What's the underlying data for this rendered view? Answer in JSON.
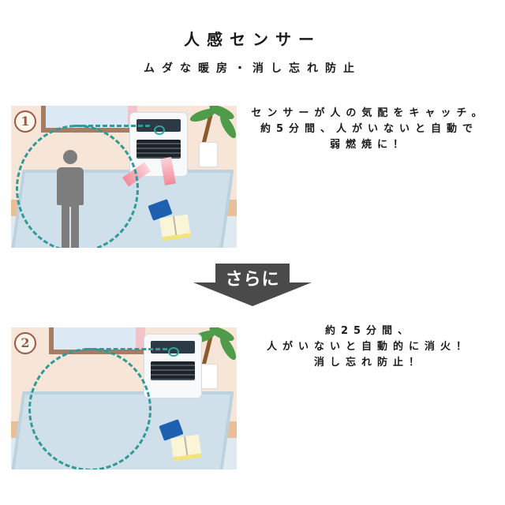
{
  "header": {
    "title": "人感センサー",
    "subtitle": "ムダな暖房・消し忘れ防止"
  },
  "steps": [
    {
      "number": "1",
      "description_lines": [
        "センサーが人の気配をキャッチ。",
        "約5分間、人がいないと自動で",
        "弱燃焼に！"
      ]
    },
    {
      "number": "2",
      "description_lines": [
        "約25分間、",
        "人がいないと自動的に消火！",
        "消し忘れ防止！"
      ]
    }
  ],
  "connector": {
    "label": "さらに",
    "color": "#4a4a4a"
  },
  "colors": {
    "sensor_line": "#2f9a98",
    "badge": "#9a5a46",
    "warm_air": "#f08a9c"
  }
}
